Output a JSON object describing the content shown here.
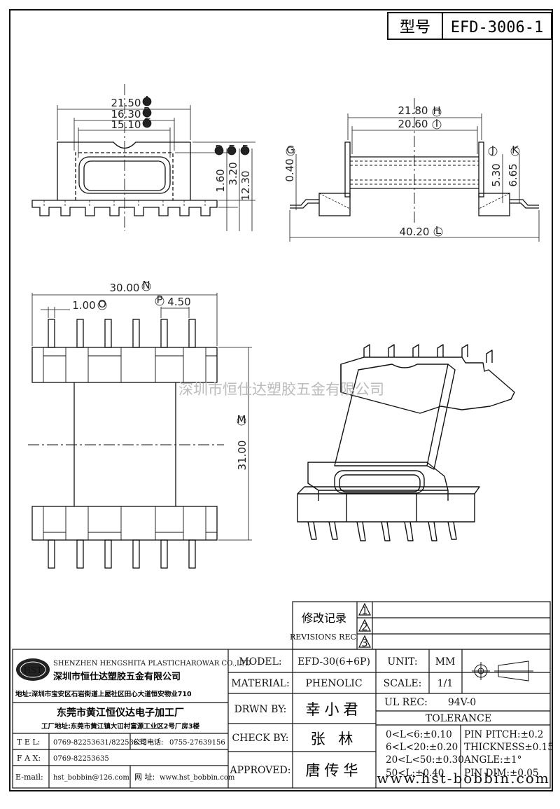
{
  "header": {
    "type_label": "型号",
    "part_number": "EFD-3006-1"
  },
  "dimensions": {
    "top_view": {
      "a": "21.50",
      "b": "16.30",
      "c": "15.10",
      "d": "1.60",
      "e": "3.20",
      "f": "12.30"
    },
    "side_view": {
      "h": "21.80",
      "i": "20.60",
      "g": "0.40",
      "j": "5.30",
      "k": "6.65",
      "l": "40.20"
    },
    "bottom_view": {
      "n": "30.00",
      "o": "1.00",
      "p": "4.50",
      "m": "31.00"
    },
    "markers": {
      "a": "A",
      "b": "B",
      "c": "C",
      "d": "D",
      "e": "E",
      "f": "F",
      "g": "G",
      "h": "H",
      "i": "I",
      "j": "J",
      "k": "K",
      "l": "L",
      "m": "M",
      "n": "N",
      "o": "O",
      "p": "P"
    }
  },
  "watermark": "深圳市恒仕达塑胶五金有限公司",
  "revisions": {
    "label_cn": "修改记录",
    "label_en": "REVISIONS REC.",
    "rows": [
      "1",
      "2",
      "3"
    ]
  },
  "company": {
    "logo_text": "HST",
    "name_en": "SHENZHEN HENGSHITA PLASTICHAROWAR CO.,LTD",
    "name_cn": "深圳市恒仕达塑胶五金有限公司",
    "address": "地址:深圳市宝安区石岩街道上屋社区田心大道恒安物业710",
    "factory_name": "东莞市黄江恒仪达电子加工厂",
    "factory_address": "工厂地址:东莞市黄江镇大冚村富源工业区2号厂房3楼",
    "tel_label": "T E L:",
    "tel": "0769-82253631/82253632",
    "company_phone_label": "公司电话:",
    "company_phone": "0755-27639156",
    "fax_label": "F A X:",
    "fax": "0769-82253635",
    "email_label": "E-mail:",
    "email": "hst_bobbin@126.com",
    "web_label": "网  址:",
    "web": "www.hst_bobbin.com"
  },
  "specs": {
    "model_label": "MODEL:",
    "model": "EFD-30(6+6P)",
    "material_label": "MATERIAL:",
    "material": "PHENOLIC",
    "drawn_label": "DRWN BY:",
    "drawn": "幸小君",
    "check_label": "CHECK BY:",
    "check": "张  林",
    "approved_label": "APPROVED:",
    "approved": "唐传华",
    "unit_label": "UNIT:",
    "unit": "MM",
    "scale_label": "SCALE:",
    "scale": "1/1",
    "ul_label": "UL REC:",
    "ul": "94V-0",
    "tolerance_label": "TOLERANCE",
    "tol_left": [
      "0<L<6:±0.10",
      "6<L<20:±0.20",
      "20<L<50:±0.30",
      "50<L:±0.40"
    ],
    "tol_right": [
      "PIN PITCH:±0.2",
      "THICKNESS±0.15",
      "ANGLE:±1°",
      "PIN DIM:±0.05"
    ]
  },
  "footer_watermark": "www.hst-bobbin.com"
}
